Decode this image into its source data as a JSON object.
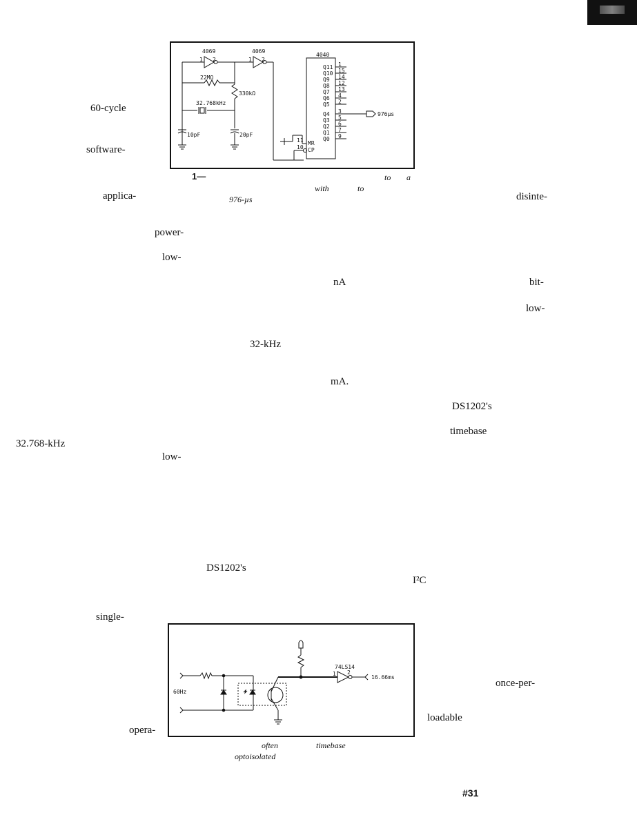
{
  "corner_tab": "",
  "figure1": {
    "chips": {
      "inverter_a": "4069",
      "inverter_b": "4069",
      "counter": "4040"
    },
    "components": {
      "r_feedback": "22MΩ",
      "r_series": "330kΩ",
      "crystal": "32.768kHz",
      "c1": "10pF",
      "c2": "20pF"
    },
    "pins": {
      "inv1_in": "1",
      "inv1_out": "2",
      "inv2_in": "1",
      "inv2_out": "2",
      "mr_pin": "11",
      "mr_label": "MR",
      "cp_pin": "10",
      "cp_label": "CP",
      "outputs": [
        {
          "name": "Q11",
          "pin": "1"
        },
        {
          "name": "Q10",
          "pin": "15"
        },
        {
          "name": "Q9",
          "pin": "14"
        },
        {
          "name": "Q8",
          "pin": "12"
        },
        {
          "name": "Q7",
          "pin": "13"
        },
        {
          "name": "Q6",
          "pin": "4"
        },
        {
          "name": "Q5",
          "pin": "2"
        },
        {
          "name": "Q4",
          "pin": "3"
        },
        {
          "name": "Q3",
          "pin": "5"
        },
        {
          "name": "Q2",
          "pin": "6"
        },
        {
          "name": "Q1",
          "pin": "7"
        },
        {
          "name": "Q0",
          "pin": "9"
        }
      ]
    },
    "output_label": "976µs",
    "caption_fragments": [
      "1—",
      "to",
      "a",
      "with",
      "to",
      "976-µs"
    ]
  },
  "figure2": {
    "input_label": "60Hz",
    "gate": "74LS14",
    "gate_pin_in": "1",
    "gate_pin_out": "2",
    "output_label": "16.66ms",
    "caption_fragments": [
      "often",
      "timebase",
      "optoisolated"
    ]
  },
  "text_fragments": [
    "60-cycle",
    "software-",
    "applica-",
    "disinte-",
    "power-",
    "low-",
    "nA",
    "bit-",
    "low-",
    "32-kHz",
    "mA.",
    "DS1202's",
    "timebase",
    "32.768-kHz",
    "low-",
    "DS1202's",
    "I²C",
    "single-",
    "once-per-",
    "loadable",
    "opera-"
  ],
  "page_number": "#31"
}
